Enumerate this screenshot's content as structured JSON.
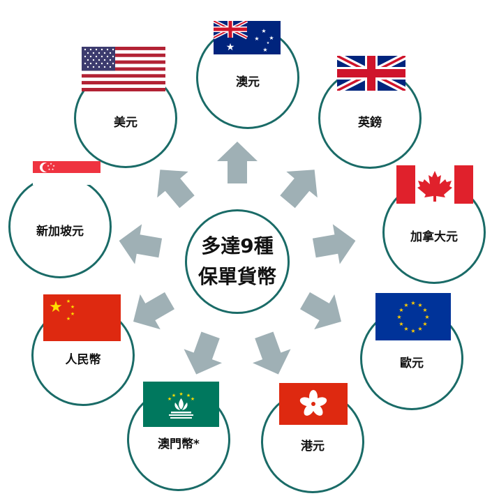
{
  "center": {
    "line1": "多達9種",
    "line2": "保單貨幣"
  },
  "currencies": [
    {
      "id": "aud",
      "label": "澳元",
      "flag": "australia-flag-icon"
    },
    {
      "id": "gbp",
      "label": "英鎊",
      "flag": "united-kingdom-flag-icon"
    },
    {
      "id": "cad",
      "label": "加拿大元",
      "flag": "canada-flag-icon"
    },
    {
      "id": "eur",
      "label": "歐元",
      "flag": "european-union-flag-icon"
    },
    {
      "id": "hkd",
      "label": "港元",
      "flag": "hong-kong-flag-icon"
    },
    {
      "id": "mop",
      "label": "澳門幣*",
      "flag": "macau-flag-icon"
    },
    {
      "id": "rmb",
      "label": "人民幣",
      "flag": "china-flag-icon"
    },
    {
      "id": "sgd",
      "label": "新加坡元",
      "flag": "singapore-flag-icon"
    },
    {
      "id": "usd",
      "label": "美元",
      "flag": "united-states-flag-icon"
    }
  ],
  "colors": {
    "ring_border": "#1a6b67",
    "arrow_fill": "#9fb0b5"
  }
}
